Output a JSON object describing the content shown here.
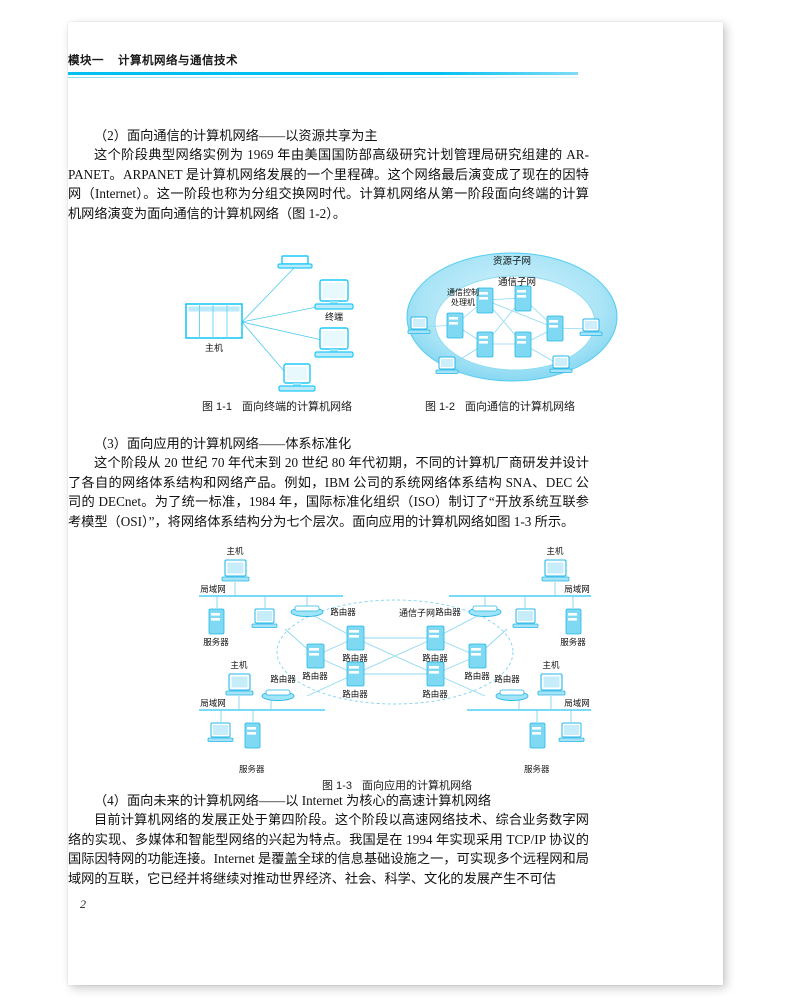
{
  "page": {
    "number": "2",
    "header": {
      "module": "模块一",
      "title": "计算机网络与通信技术",
      "rule_color": "#00bff3"
    }
  },
  "sections": [
    {
      "heading": "（2）面向通信的计算机网络——以资源共享为主",
      "body": "这个阶段典型网络实例为 1969 年由美国国防部高级研究计划管理局研究组建的 AR-PANET。ARPANET 是计算机网络发展的一个里程碑。这个网络最后演变成了现在的因特网（Internet）。这一阶段也称为分组交换网时代。计算机网络从第一阶段面向终端的计算机网络演变为面向通信的计算机网络（图 1-2）。"
    },
    {
      "heading": "（3）面向应用的计算机网络——体系标准化",
      "body": "这个阶段从 20 世纪 70 年代末到 20 世纪 80 年代初期，不同的计算机厂商研发并设计了各自的网络体系结构和网络产品。例如，IBM 公司的系统网络体系结构 SNA、DEC 公司的 DECnet。为了统一标准，1984 年，国际标准化组织（ISO）制订了“开放系统互联参考模型（OSI）”，将网络体系结构分为七个层次。面向应用的计算机网络如图 1-3 所示。"
    },
    {
      "heading": "（4）面向未来的计算机网络——以 Internet 为核心的高速计算机网络",
      "body": "目前计算机网络的发展正处于第四阶段。这个阶段以高速网络技术、综合业务数字网络的实现、多媒体和智能型网络的兴起为特点。我国是在 1994 年实现采用 TCP/IP 协议的国际因特网的功能连接。Internet 是覆盖全球的信息基础设施之一，可实现多个远程网和局域网的互联，它已经并将继续对推动世界经济、社会、科学、文化的发展产生不可估"
    }
  ],
  "figures": [
    {
      "id": "fig-1-1",
      "caption_num": "图 1-1",
      "caption_text": "面向终端的计算机网络",
      "labels": {
        "host": "主机",
        "terminal": "终端"
      },
      "node_counts": {
        "host": 1,
        "terminals": 4
      }
    },
    {
      "id": "fig-1-2",
      "caption_num": "图 1-2",
      "caption_text": "面向通信的计算机网络",
      "labels": {
        "outer_ring": "资源子网",
        "inner_ring": "通信子网",
        "processor": "通信控制\n处理机",
        "processor_line1": "通信控制",
        "processor_line2": "处理机"
      },
      "node_counts": {
        "processors": 6,
        "hosts": 4
      }
    },
    {
      "id": "fig-1-3",
      "caption_num": "图 1-3",
      "caption_text": "面向应用的计算机网络",
      "labels": {
        "lan": "局域网",
        "host": "主机",
        "server": "服务器",
        "router": "路由器",
        "subnet": "通信子网"
      },
      "node_counts": {
        "lans": 4,
        "core_routers": 6,
        "edge_routers": 4
      }
    }
  ],
  "colors": {
    "accent": "#00bff3",
    "icon_stroke": "#29c5f6",
    "icon_fill": "#9fe4f7",
    "link": "#8fd9f2",
    "ellipse_outer": "#b9e9f8",
    "ellipse_inner": "#ffffff",
    "text": "#111111"
  }
}
